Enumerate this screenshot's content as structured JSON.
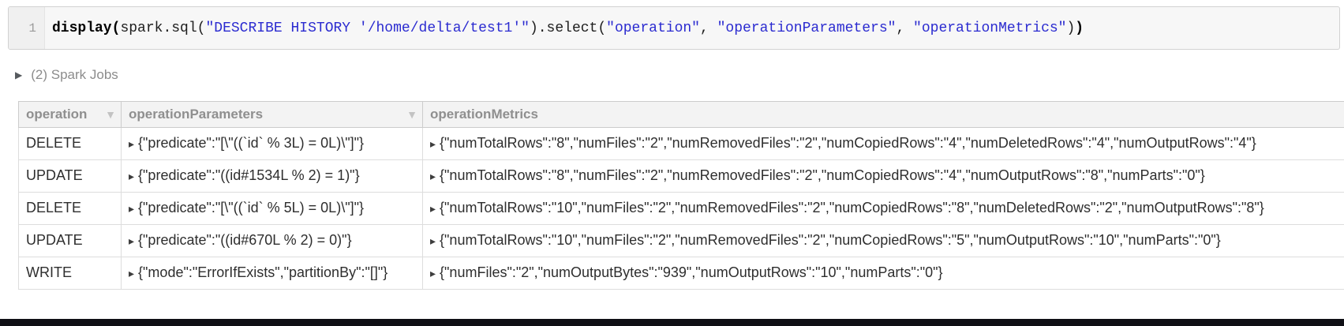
{
  "colors": {
    "string_blue": "#2b2bd0",
    "header_text": "#8f8f8f",
    "bottom_bar": "#0f0f15"
  },
  "code_cell": {
    "line_number": "1",
    "tokens": [
      {
        "t": "display",
        "c": "builtin"
      },
      {
        "t": "(",
        "c": "builtin"
      },
      {
        "t": "spark.sql(",
        "c": "plain"
      },
      {
        "t": "\"DESCRIBE HISTORY '/home/delta/test1'\"",
        "c": "string"
      },
      {
        "t": ").select(",
        "c": "plain"
      },
      {
        "t": "\"operation\"",
        "c": "string"
      },
      {
        "t": ", ",
        "c": "plain"
      },
      {
        "t": "\"operationParameters\"",
        "c": "string"
      },
      {
        "t": ", ",
        "c": "plain"
      },
      {
        "t": "\"operationMetrics\"",
        "c": "string"
      },
      {
        "t": ")",
        "c": "plain"
      },
      {
        "t": ")",
        "c": "builtin"
      }
    ]
  },
  "jobs_row": {
    "collapse_icon": "▶",
    "label": "(2) Spark Jobs"
  },
  "results_table": {
    "expander_icon": "▸",
    "sort_icon": "▼",
    "columns": [
      {
        "label": "operation"
      },
      {
        "label": "operationParameters"
      },
      {
        "label": "operationMetrics"
      }
    ],
    "rows": [
      {
        "operation": "DELETE",
        "operationParameters": "{\"predicate\":\"[\\\"((`id` % 3L) = 0L)\\\"]\"}",
        "operationMetrics": "{\"numTotalRows\":\"8\",\"numFiles\":\"2\",\"numRemovedFiles\":\"2\",\"numCopiedRows\":\"4\",\"numDeletedRows\":\"4\",\"numOutputRows\":\"4\"}"
      },
      {
        "operation": "UPDATE",
        "operationParameters": "{\"predicate\":\"((id#1534L % 2) = 1)\"}",
        "operationMetrics": "{\"numTotalRows\":\"8\",\"numFiles\":\"2\",\"numRemovedFiles\":\"2\",\"numCopiedRows\":\"4\",\"numOutputRows\":\"8\",\"numParts\":\"0\"}"
      },
      {
        "operation": "DELETE",
        "operationParameters": "{\"predicate\":\"[\\\"((`id` % 5L) = 0L)\\\"]\"}",
        "operationMetrics": "{\"numTotalRows\":\"10\",\"numFiles\":\"2\",\"numRemovedFiles\":\"2\",\"numCopiedRows\":\"8\",\"numDeletedRows\":\"2\",\"numOutputRows\":\"8\"}"
      },
      {
        "operation": "UPDATE",
        "operationParameters": "{\"predicate\":\"((id#670L % 2) = 0)\"}",
        "operationMetrics": "{\"numTotalRows\":\"10\",\"numFiles\":\"2\",\"numRemovedFiles\":\"2\",\"numCopiedRows\":\"5\",\"numOutputRows\":\"10\",\"numParts\":\"0\"}"
      },
      {
        "operation": "WRITE",
        "operationParameters": "{\"mode\":\"ErrorIfExists\",\"partitionBy\":\"[]\"}",
        "operationMetrics": "{\"numFiles\":\"2\",\"numOutputBytes\":\"939\",\"numOutputRows\":\"10\",\"numParts\":\"0\"}"
      }
    ]
  }
}
